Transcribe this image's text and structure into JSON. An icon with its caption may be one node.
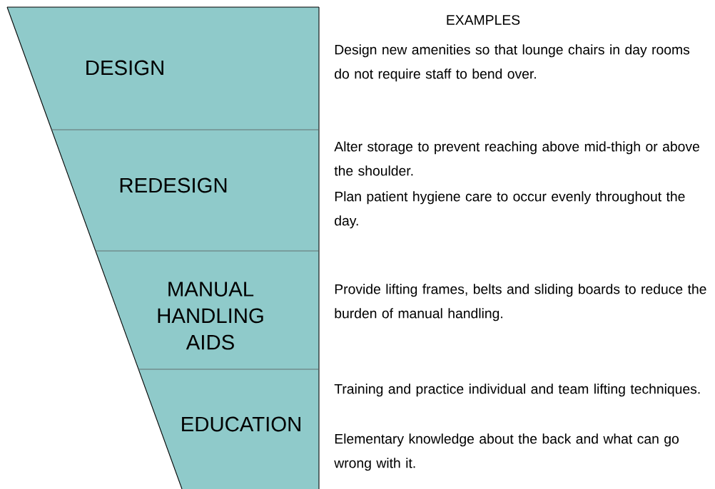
{
  "diagram": {
    "nodes": [
      {
        "text": [
          "DESIGN"
        ],
        "beside": [
          "Design new amenities so that lounge chairs in day rooms do not require staff to bend over."
        ]
      },
      {
        "text": [
          "REDESIGN"
        ],
        "beside": [
          "Alter storage to prevent reaching above mid-thigh or above the shoulder.",
          "Plan patient hygiene care to occur evenly throughout the day."
        ]
      },
      {
        "text": [
          "MANUAL HANDLING AIDS"
        ],
        "beside": [
          "Provide lifting frames, belts and sliding boards to reduce the burden of manual handling."
        ]
      },
      {
        "text": [
          "EDUCATION"
        ],
        "beside": [
          "Training and practice individual and team lifting techniques.",
          "Elementary knowledge about the back and what can go wrong with it."
        ]
      }
    ],
    "labels": [
      "EXAMPLES"
    ]
  }
}
